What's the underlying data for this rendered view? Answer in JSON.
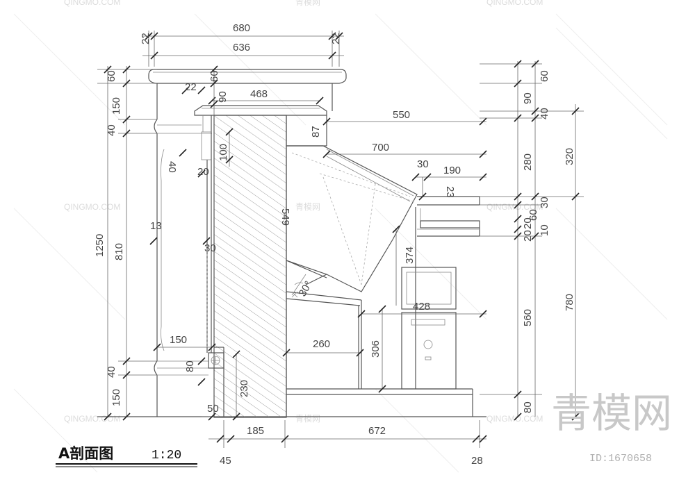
{
  "title": {
    "label": "A剖面图",
    "scale": "1:20"
  },
  "watermark": {
    "brand": "青模网",
    "site": "QINGMO.COM",
    "id": "ID:1670658",
    "small_cn": "青模网"
  },
  "dimensions": {
    "top_680": "680",
    "top_22_left": "22",
    "top_22_right": "22",
    "top_636": "636",
    "v_60_top": "60",
    "d_22": "22",
    "d_90": "90",
    "d_468": "468",
    "d_87": "87",
    "d_100": "100",
    "d_40_inner": "40",
    "d_20": "20",
    "d_549": "549",
    "d_13": "13",
    "d_30_inner": "30",
    "d_30deg": "30°",
    "d_150_inner": "150",
    "d_80_inner": "80",
    "d_230": "230",
    "d_50": "50",
    "d_185": "185",
    "d_672": "672",
    "d_45": "45",
    "d_28": "28",
    "d_550": "550",
    "d_700": "700",
    "d_30_top": "30",
    "d_190": "190",
    "d_23": "23",
    "d_374": "374",
    "d_428": "428",
    "d_260": "260",
    "d_306": "306",
    "left_60": "60",
    "left_150_top": "150",
    "left_40_top": "40",
    "left_1250": "1250",
    "left_810": "810",
    "left_40_bot": "40",
    "left_150_bot": "150",
    "r_60": "60",
    "r_90": "90",
    "r_40": "40",
    "r_280": "280",
    "r_30": "30",
    "r_20": "20",
    "r_60b": "60",
    "r_20b": "20",
    "r_10": "10",
    "r_560": "560",
    "r_80": "80",
    "r_320": "320",
    "r_780": "780"
  }
}
